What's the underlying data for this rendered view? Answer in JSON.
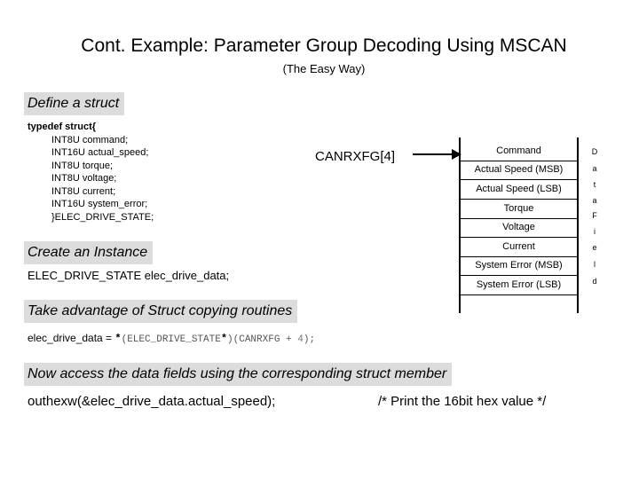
{
  "title": "Cont. Example: Parameter Group Decoding Using MSCAN",
  "subtitle": "(The Easy Way)",
  "sections": {
    "define": "Define a struct",
    "instance": "Create an Instance",
    "copy": "Take advantage of Struct copying routines",
    "access": "Now access the data fields using the corresponding struct member"
  },
  "struct_code": [
    "typedef struct{",
    "INT8U command;",
    "INT16U actual_speed;",
    "INT8U torque;",
    "INT8U voltage;",
    "INT8U current;",
    "INT16U system_error;",
    "}ELEC_DRIVE_STATE;"
  ],
  "instance_code": "ELEC_DRIVE_STATE  elec_drive_data;",
  "copy_code": {
    "prefix": "elec_drive_data = ",
    "star1": "*",
    "cast": "(ELEC_DRIVE_STATE",
    "star2": "*",
    "rest": ")(CANRXFG + ",
    "num": "4",
    "end": ");"
  },
  "access_code": "outhexw(&elec_drive_data.actual_speed);",
  "comment": "/* Print the 16bit hex value */",
  "register_label": "CANRXFG[4]",
  "fields": [
    "Command",
    "Actual Speed (MSB)",
    "Actual Speed (LSB)",
    "Torque",
    "Voltage",
    "Current",
    "System Error (MSB)",
    "System Error (LSB)"
  ],
  "side_label_chars": [
    "D",
    "a",
    "t",
    "a",
    "F",
    "i",
    "e",
    "l",
    "d"
  ],
  "colors": {
    "section_band": "#dcdcdc",
    "code_accent": "#555555"
  }
}
